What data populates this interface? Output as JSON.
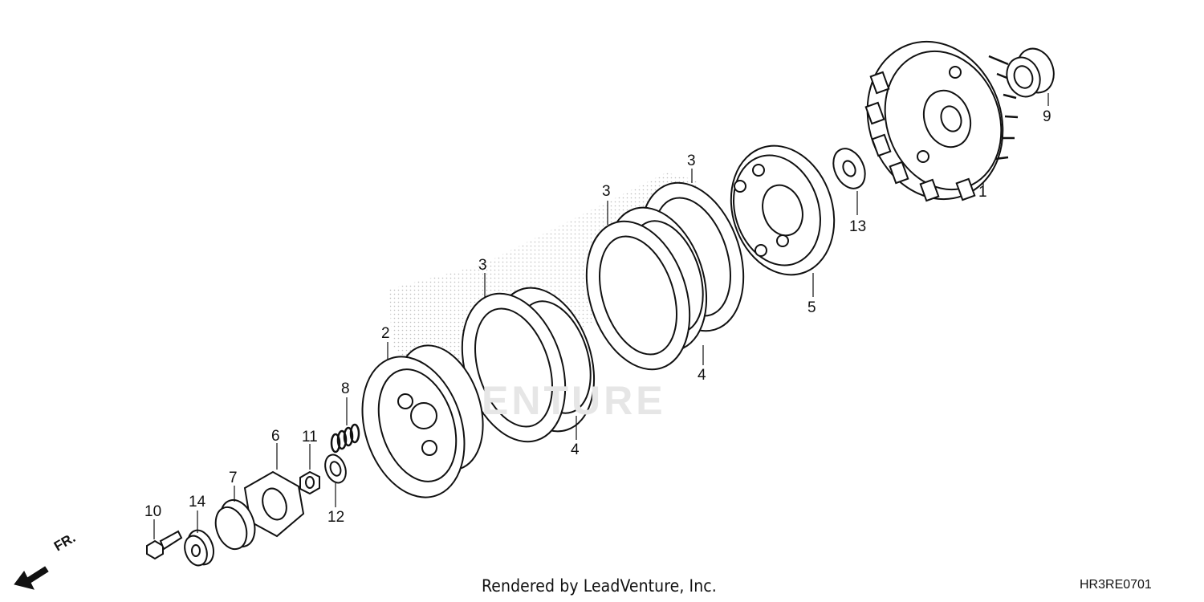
{
  "diagram": {
    "callouts": [
      {
        "id": "1",
        "label": "1"
      },
      {
        "id": "2",
        "label": "2"
      },
      {
        "id": "3a",
        "label": "3"
      },
      {
        "id": "3b",
        "label": "3"
      },
      {
        "id": "3c",
        "label": "3"
      },
      {
        "id": "4a",
        "label": "4"
      },
      {
        "id": "4b",
        "label": "4"
      },
      {
        "id": "5",
        "label": "5"
      },
      {
        "id": "6",
        "label": "6"
      },
      {
        "id": "7",
        "label": "7"
      },
      {
        "id": "8",
        "label": "8"
      },
      {
        "id": "9",
        "label": "9"
      },
      {
        "id": "10",
        "label": "10"
      },
      {
        "id": "11",
        "label": "11"
      },
      {
        "id": "12",
        "label": "12"
      },
      {
        "id": "13",
        "label": "13"
      },
      {
        "id": "14",
        "label": "14"
      }
    ],
    "front_label": "FR.",
    "watermark": "ENTURE",
    "credit": "Rendered by LeadVenture, Inc.",
    "code": "HR3RE0701"
  }
}
